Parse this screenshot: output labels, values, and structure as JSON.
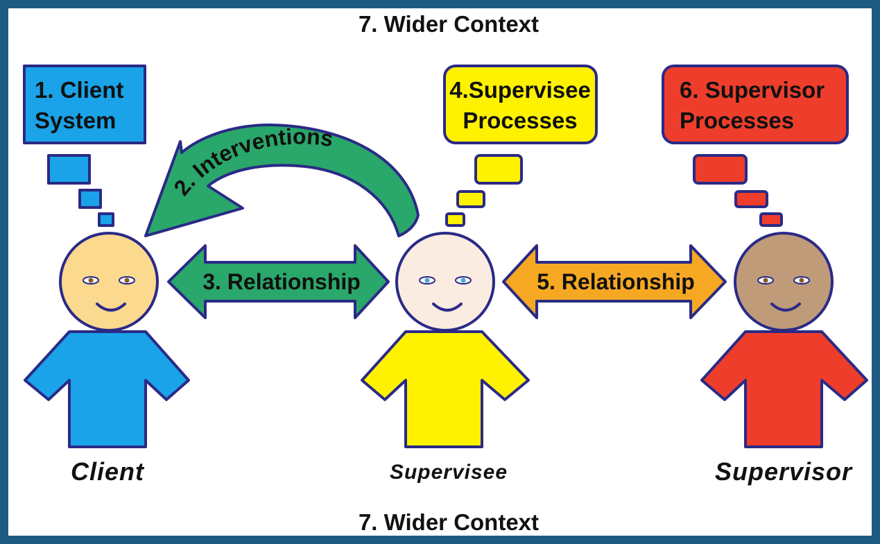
{
  "wider_context_top": "7. Wider Context",
  "wider_context_bottom": "7. Wider Context",
  "boxes": {
    "client_system": {
      "line1": "1. Client",
      "line2": "System",
      "color": "#1aa3e8"
    },
    "supervisee_processes": {
      "line1": "4.Supervisee",
      "line2": "Processes",
      "color": "#fff200"
    },
    "supervisor_processes": {
      "line1": "6. Supervisor",
      "line2": "Processes",
      "color": "#ee3e2b"
    }
  },
  "arrows": {
    "interventions": {
      "label": "2. Interventions",
      "color": "#2aa76a"
    },
    "relationship_client": {
      "label": "3. Relationship",
      "color": "#2aa76a"
    },
    "relationship_supervisor": {
      "label": "5. Relationship",
      "color": "#f7a823"
    }
  },
  "people": {
    "client": {
      "name": "Client",
      "shirt": "#1aa3e8",
      "skin": "#fbd98f"
    },
    "supervisee": {
      "name": "Supervisee",
      "shirt": "#fff200",
      "skin": "#fbece1"
    },
    "supervisor": {
      "name": "Supervisor",
      "shirt": "#ee3e2b",
      "skin": "#c09b7a"
    }
  },
  "frame_color": "#1f5a82",
  "outline_color": "#2a2a86"
}
